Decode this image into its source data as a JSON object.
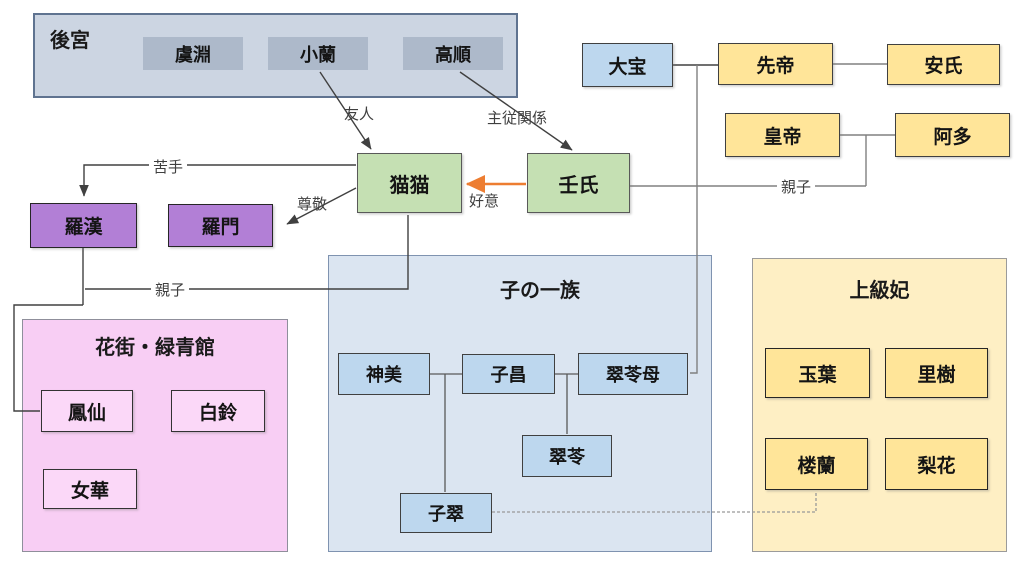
{
  "groups": {
    "kokyu": {
      "title": "後宮"
    },
    "hanamachi": {
      "title": "花街・緑青館"
    },
    "konoichizoku": {
      "title": "子の一族"
    },
    "joukyuhi": {
      "title": "上級妃"
    }
  },
  "nodes": {
    "guen": {
      "label": "虞淵"
    },
    "shaoran": {
      "label": "小蘭"
    },
    "gaoshun": {
      "label": "高順"
    },
    "taiho": {
      "label": "大宝"
    },
    "sentei": {
      "label": "先帝"
    },
    "anshi": {
      "label": "安氏"
    },
    "koutei": {
      "label": "皇帝"
    },
    "aduo": {
      "label": "阿多"
    },
    "maomao": {
      "label": "猫猫"
    },
    "jinshi": {
      "label": "壬氏"
    },
    "rakan": {
      "label": "羅漢"
    },
    "ramon": {
      "label": "羅門"
    },
    "housen": {
      "label": "鳳仙"
    },
    "hakurei": {
      "label": "白鈴"
    },
    "joka": {
      "label": "女華"
    },
    "shinbi": {
      "label": "神美"
    },
    "shishou": {
      "label": "子昌"
    },
    "suireibo": {
      "label": "翠苓母"
    },
    "suirei": {
      "label": "翠苓"
    },
    "shisui": {
      "label": "子翠"
    },
    "gyokuyou": {
      "label": "玉葉"
    },
    "rishu": {
      "label": "里樹"
    },
    "rouran": {
      "label": "楼蘭"
    },
    "rika": {
      "label": "梨花"
    }
  },
  "edges": {
    "yujin": "友人",
    "shuju": "主従関係",
    "nigate": "苦手",
    "sonkei": "尊敬",
    "koui": "好意",
    "oyako_left": "親子",
    "oyako_right": "親子"
  },
  "colors": {
    "favor_arrow": "#ED7D31",
    "group_kokyu_fill": "#CCD5E2",
    "member_gray_fill": "#ADB9CA",
    "royal_blue_fill": "#BDD7EE",
    "royal_yellow_fill": "#FFE599",
    "main_green_fill": "#C5E0B3",
    "purple_fill": "#B27FD6",
    "pink_group_fill": "#F8CEF4",
    "pink_node_fill": "#FBD8F8",
    "blue_group_fill": "#DBE5F1",
    "cream_group_fill": "#FEEFC4",
    "line_dark": "#404040",
    "line_gray": "#808080"
  }
}
